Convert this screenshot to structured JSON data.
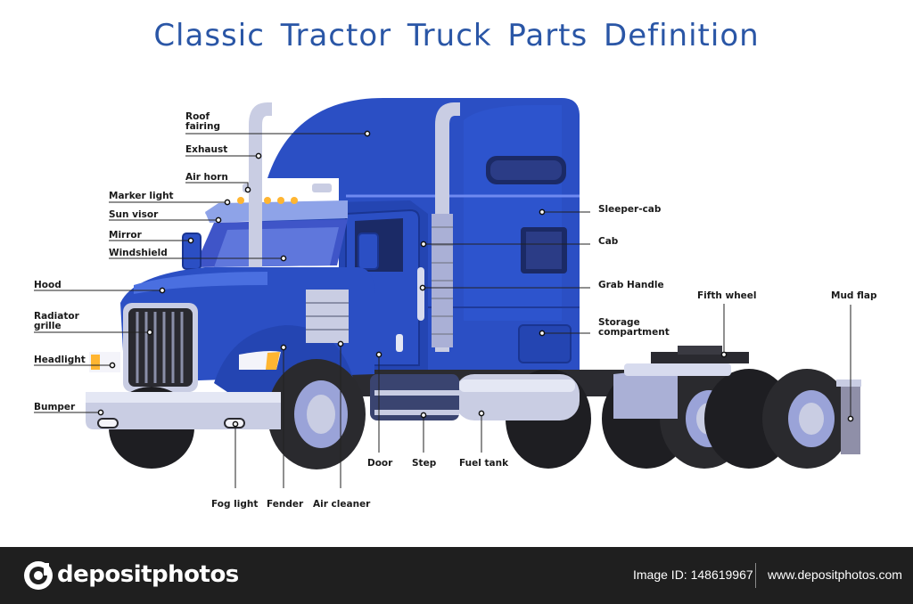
{
  "title": "Classic Tractor Truck Parts Definition",
  "labels": {
    "roof_fairing": [
      "Roof",
      "fairing"
    ],
    "exhaust": "Exhaust",
    "air_horn": "Air horn",
    "marker_light": "Marker light",
    "sun_visor": "Sun visor",
    "mirror": "Mirror",
    "windshield": "Windshield",
    "hood": "Hood",
    "radiator_grille": [
      "Radiator",
      "grille"
    ],
    "headlight": "Headlight",
    "bumper": "Bumper",
    "fog_light": "Fog light",
    "fender": "Fender",
    "air_cleaner": "Air cleaner",
    "door": "Door",
    "step": "Step",
    "fuel_tank": "Fuel tank",
    "sleeper_cab": "Sleeper-cab",
    "cab": "Cab",
    "grab_handle": "Grab Handle",
    "storage_compartment": [
      "Storage",
      "compartment"
    ],
    "fifth_wheel": "Fifth wheel",
    "mud_flap": "Mud flap"
  },
  "footer": {
    "brand": "depositphotos",
    "image_id": "Image ID: 148619967",
    "website": "www.depositphotos.com"
  },
  "colors": {
    "title": "#2a56a6",
    "truck_body": "#2b4fc4",
    "truck_dark": "#1f3a9a",
    "chrome": "#c9cde3",
    "tire": "#2a2a2e",
    "footer_bg": "#1f1f1f"
  }
}
